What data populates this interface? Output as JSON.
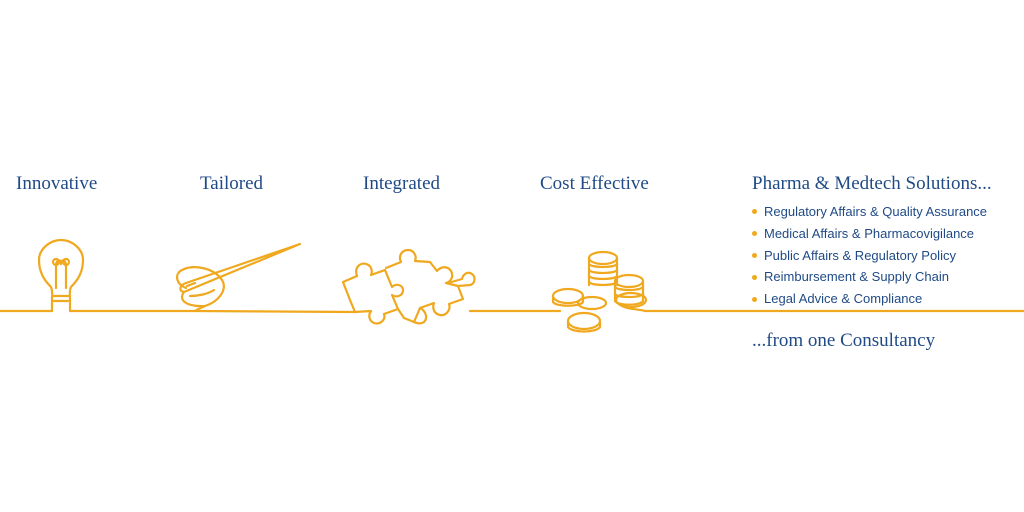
{
  "headings": {
    "innovative": "Innovative",
    "tailored": "Tailored",
    "integrated": "Integrated",
    "cost_effective": "Cost Effective",
    "solutions": "Pharma & Medtech Solutions..."
  },
  "services": [
    "Regulatory Affairs & Quality Assurance",
    "Medical Affairs & Pharmacovigilance",
    "Public Affairs & Regulatory Policy",
    "Reimbursement & Supply Chain",
    "Legal Advice & Compliance"
  ],
  "footer": "...from one Consultancy",
  "icons": [
    "light-bulb-icon",
    "needle-and-thread-icon",
    "puzzle-pieces-icon",
    "coin-stacks-icon"
  ],
  "colors": {
    "text": "#1f4a86",
    "line_art": "#f0a81e",
    "bullet": "#f0a81e",
    "background": "#ffffff"
  }
}
